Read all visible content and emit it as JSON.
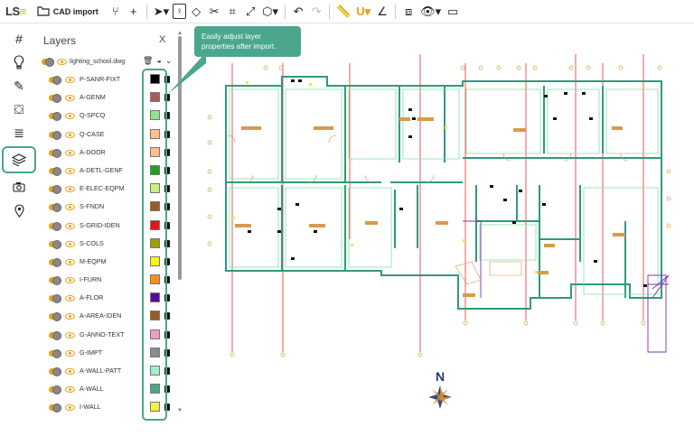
{
  "app": {
    "logo": "LS",
    "logo_dot": "≡"
  },
  "toolbar": {
    "import_label": "CAD import"
  },
  "panel": {
    "title": "Layers",
    "close": "X",
    "file_name": "lighting_school.dwg"
  },
  "layers": [
    {
      "name": "P-SANR-FIXT",
      "color": "#000000"
    },
    {
      "name": "A-GENM",
      "color": "#a65c5c"
    },
    {
      "name": "Q-SPCQ",
      "color": "#8ee58e"
    },
    {
      "name": "Q-CASE",
      "color": "#ffc088"
    },
    {
      "name": "A-DOOR",
      "color": "#ffc088"
    },
    {
      "name": "A-DETL-GENF",
      "color": "#22a022"
    },
    {
      "name": "E-ELEC-EQPM",
      "color": "#c8f07a"
    },
    {
      "name": "S-FNDN",
      "color": "#9a5b25"
    },
    {
      "name": "S-GRID-IDEN",
      "color": "#ee1111"
    },
    {
      "name": "S-COLS",
      "color": "#a0a000"
    },
    {
      "name": "M-EQPM",
      "color": "#f8f800"
    },
    {
      "name": "I-FURN",
      "color": "#ff8c1a"
    },
    {
      "name": "A-FLOR",
      "color": "#5a0aa0"
    },
    {
      "name": "A-AREA-IDEN",
      "color": "#9a5b25"
    },
    {
      "name": "G-ANNO-TEXT",
      "color": "#f29ac8"
    },
    {
      "name": "G-IMPT",
      "color": "#8a8a8a"
    },
    {
      "name": "A-WALL-PATT",
      "color": "#9ef0c8"
    },
    {
      "name": "A-WALL",
      "color": "#4aa68c"
    },
    {
      "name": "I-WALL",
      "color": "#f0f044"
    }
  ],
  "tooltip": {
    "line1": "Easily adjust layer",
    "line2": "properties after import."
  },
  "compass": {
    "north": "N"
  },
  "colors": {
    "accent": "#4aa68c",
    "toggle": "#e8a11a"
  }
}
